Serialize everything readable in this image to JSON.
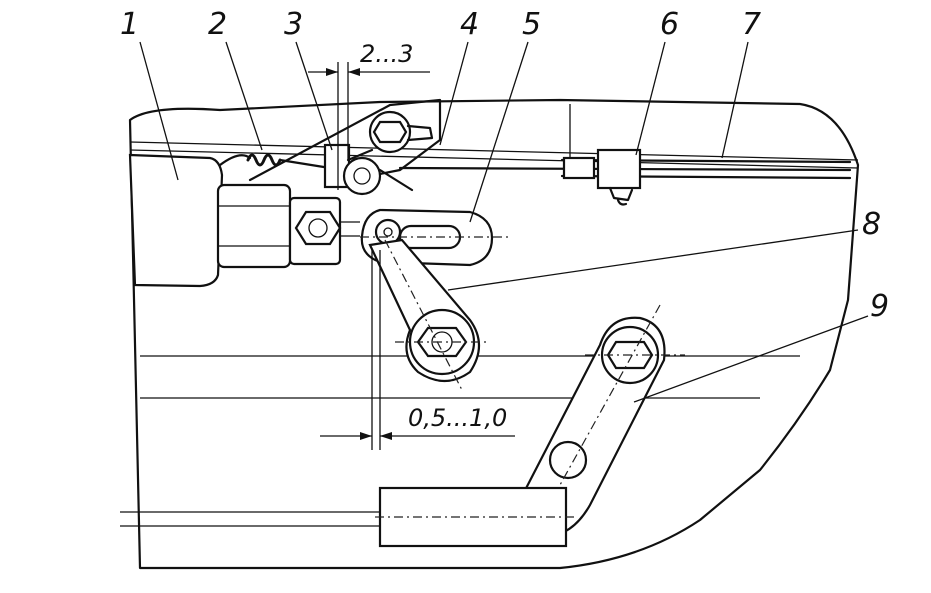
{
  "callouts": [
    {
      "id": "1",
      "text": "1"
    },
    {
      "id": "2",
      "text": "2"
    },
    {
      "id": "3",
      "text": "3"
    },
    {
      "id": "4",
      "text": "4"
    },
    {
      "id": "5",
      "text": "5"
    },
    {
      "id": "6",
      "text": "6"
    },
    {
      "id": "7",
      "text": "7"
    },
    {
      "id": "8",
      "text": "8"
    },
    {
      "id": "9",
      "text": "9"
    }
  ],
  "dimensions": {
    "gap_top": "2...3",
    "gap_bottom": "0,5...1,0"
  }
}
